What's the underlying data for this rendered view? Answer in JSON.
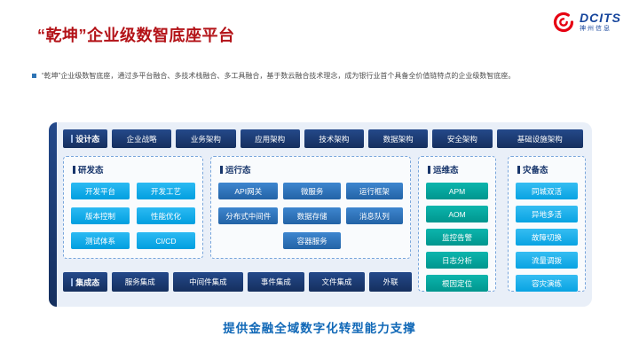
{
  "slide": {
    "title": "“乾坤”企业级数智底座平台",
    "bullet": "“乾坤”企业级数智底座，通过多平台融合、多技术栈融合、多工具融合，基于数云融合技术理念，成为银行业首个具备全价值链特点的企业级数智底座。",
    "footer": "提供金融全域数字化转型能力支撑"
  },
  "logo": {
    "brand": "DCITS",
    "subtitle": "神州信息"
  },
  "diagram": {
    "design": {
      "label": "设计态",
      "items": [
        "企业战略",
        "业务架构",
        "应用架构",
        "技术架构",
        "数据架构",
        "安全架构",
        "基础设施架构"
      ]
    },
    "dev": {
      "label": "研发态",
      "items": [
        "开发平台",
        "开发工艺",
        "版本控制",
        "性能优化",
        "测试体系",
        "CI/CD"
      ]
    },
    "runtime": {
      "label": "运行态",
      "items": [
        "API网关",
        "微服务",
        "运行框架",
        "分布式中间件",
        "数据存储",
        "消息队列",
        "容器服务"
      ]
    },
    "ops": {
      "label": "运维态",
      "items": [
        "APM",
        "AOM",
        "监控告警",
        "日志分析",
        "根因定位"
      ]
    },
    "dr": {
      "label": "灾备态",
      "items": [
        "同城双活",
        "异地多活",
        "故障切换",
        "流量调拨",
        "容灾演练"
      ]
    },
    "integration": {
      "label": "集成态",
      "items": [
        "服务集成",
        "中间件集成",
        "事件集成",
        "文件集成",
        "外联"
      ]
    }
  },
  "icons": {
    "bullet": "blue-square",
    "logo_mark": "red-swirl",
    "section_tick": "vertical-bar"
  },
  "colors": {
    "title": "#b31217",
    "navy": "#1b3a70",
    "cyan": "#11aee8",
    "blue": "#2e74b5",
    "teal": "#00a39b",
    "panel_bg": "#e9eff8",
    "footer": "#1068b7",
    "brand_red": "#e60012",
    "brand_blue": "#16459c"
  }
}
